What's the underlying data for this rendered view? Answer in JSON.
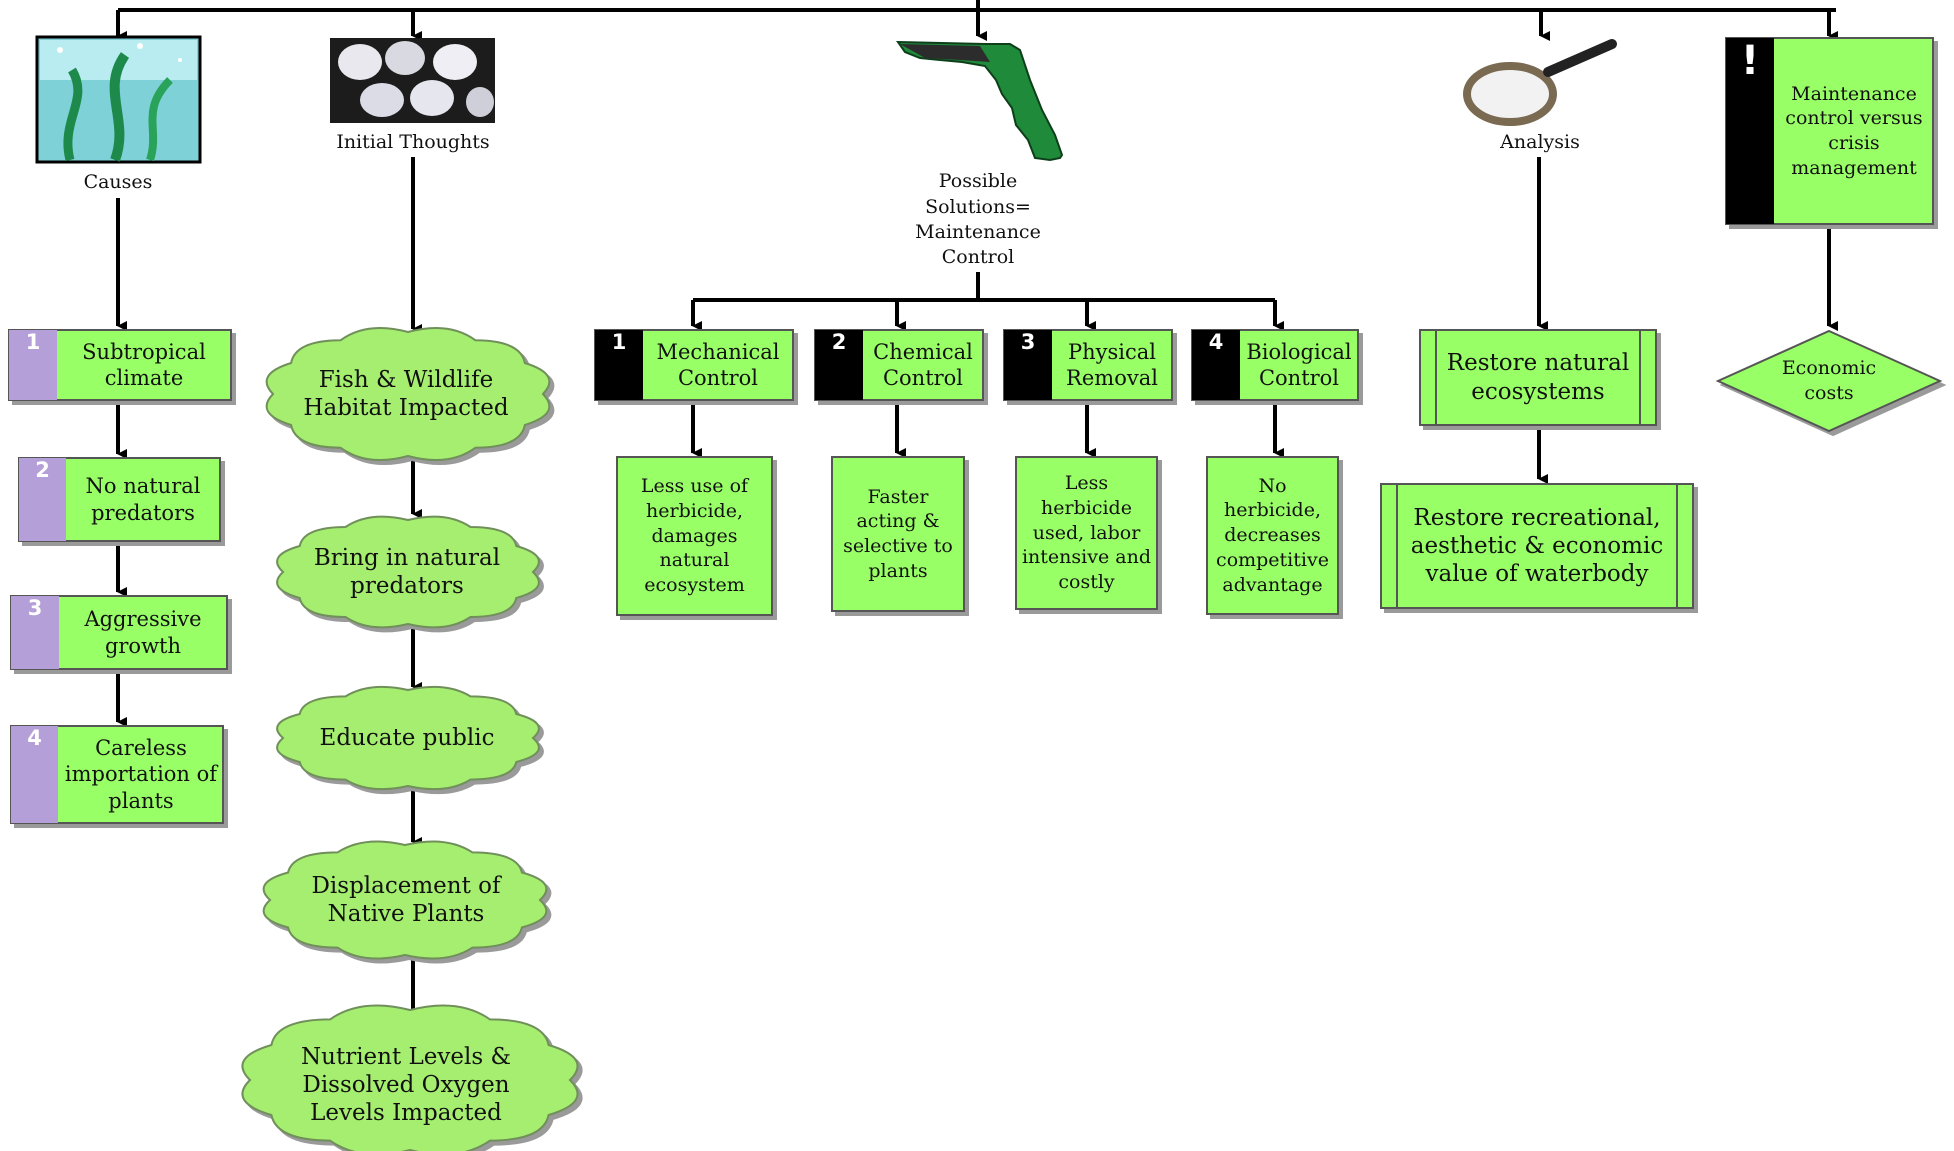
{
  "colors": {
    "box_fill": "#99ff66",
    "cloud_fill": "#a6ee70",
    "cause_tab": "#b49fd8",
    "dark_tab": "#000000",
    "line": "#000000"
  },
  "columns": {
    "causes": {
      "label": "Causes",
      "icon": "seaweed-icon",
      "items": [
        {
          "num": "1",
          "text": "Subtropical climate"
        },
        {
          "num": "2",
          "text": "No natural predators"
        },
        {
          "num": "3",
          "text": "Aggressive growth"
        },
        {
          "num": "4",
          "text": "Careless importation of plants"
        }
      ]
    },
    "initial_thoughts": {
      "label": "Initial Thoughts",
      "icon": "lightbulbs-icon",
      "clouds": [
        "Fish & Wildlife Habitat Impacted",
        "Bring in natural predators",
        "Educate public",
        "Displacement of Native Plants",
        "Nutrient Levels & Dissolved Oxygen Levels Impacted"
      ]
    },
    "solutions": {
      "label": "Possible Solutions= Maintenance Control",
      "icon": "florida-map-icon",
      "methods": [
        {
          "num": "1",
          "title": "Mechanical Control",
          "detail": "Less use of herbicide, damages natural ecosystem"
        },
        {
          "num": "2",
          "title": "Chemical Control",
          "detail": "Faster acting & selective to plants"
        },
        {
          "num": "3",
          "title": "Physical Removal",
          "detail": "Less herbicide used, labor intensive and costly"
        },
        {
          "num": "4",
          "title": "Biological Control",
          "detail": "No herbicide, decreases competitive advantage"
        }
      ]
    },
    "analysis": {
      "label": "Analysis",
      "icon": "magnifying-glass-icon",
      "steps": [
        "Restore natural ecosystems",
        "Restore recreational, aesthetic & economic value of waterbody"
      ]
    },
    "management": {
      "flag": "!",
      "label": "Maintenance control versus crisis management",
      "decision": "Economic costs"
    }
  }
}
